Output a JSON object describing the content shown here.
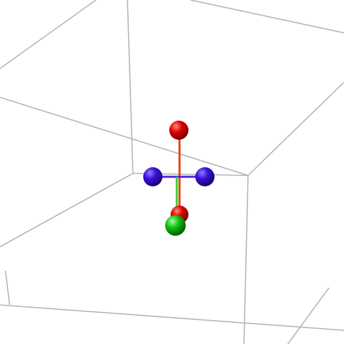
{
  "scene": {
    "background": "#ffffff",
    "box_edge_color": "#b4b4b4",
    "atoms": [
      {
        "name": "red-atom-top",
        "color": "#e00000"
      },
      {
        "name": "blue-atom-left",
        "color": "#3a10d8"
      },
      {
        "name": "blue-atom-right",
        "color": "#3a10d8"
      },
      {
        "name": "red-atom-bottom",
        "color": "#e00000"
      },
      {
        "name": "green-atom-bottom",
        "color": "#10c010"
      }
    ],
    "bonds": [
      {
        "name": "red-bond-vertical",
        "color": "#e04010"
      },
      {
        "name": "blue-bond-horizontal",
        "color": "#5020e0"
      },
      {
        "name": "green-bond-vertical",
        "color": "#30d030"
      }
    ]
  }
}
